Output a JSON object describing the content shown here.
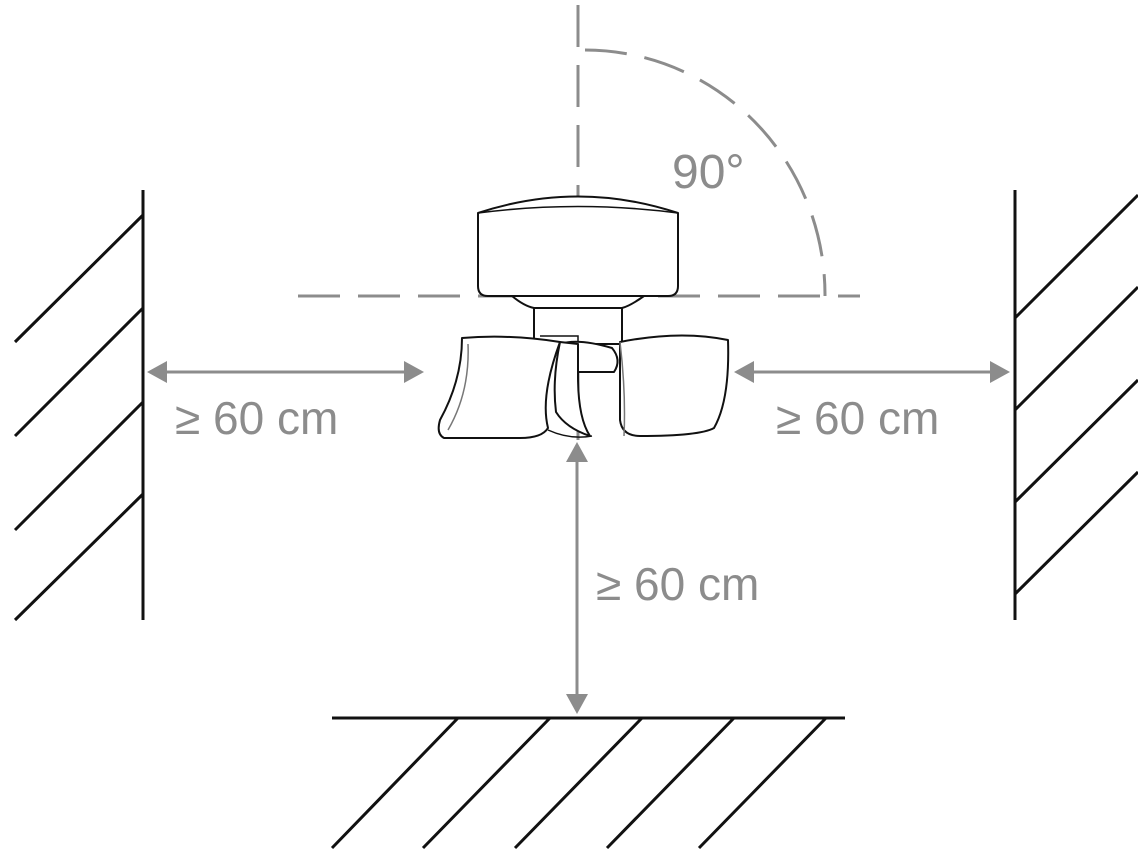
{
  "diagram": {
    "angle_label": "90°",
    "clearance_left": "≥ 60 cm",
    "clearance_right": "≥ 60 cm",
    "clearance_bottom": "≥ 60 cm"
  },
  "colors": {
    "line": "#111111",
    "dimension": "#8c8c8c"
  }
}
